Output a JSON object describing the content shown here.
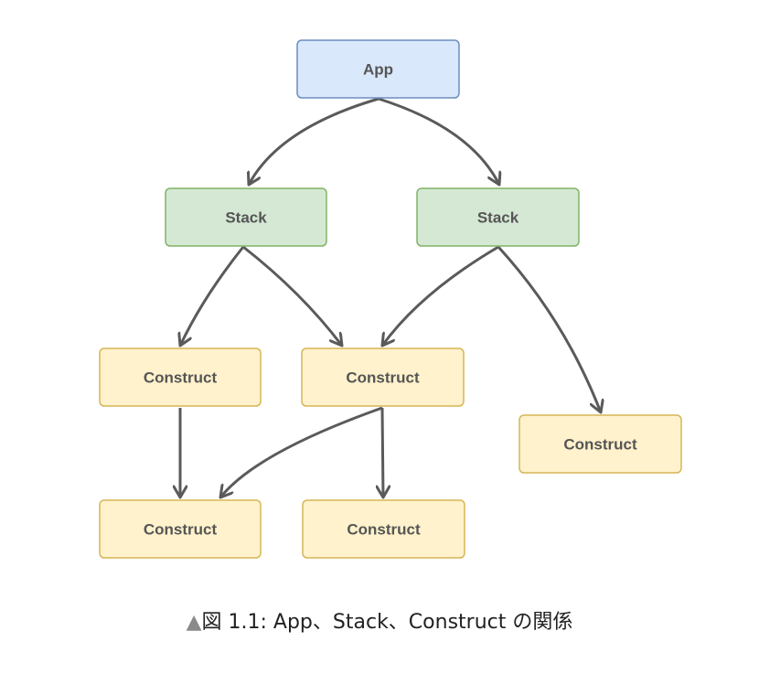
{
  "colors": {
    "app_fill": "#dae8fc",
    "app_stroke": "#6c8ebf",
    "stack_fill": "#d5e8d4",
    "stack_stroke": "#82b366",
    "construct_fill": "#fff2cc",
    "construct_stroke": "#d6b656",
    "edge": "#5a5a5a",
    "label": "#555555"
  },
  "nodes": {
    "app": {
      "label": "App",
      "kind": "app"
    },
    "stack_left": {
      "label": "Stack",
      "kind": "stack"
    },
    "stack_right": {
      "label": "Stack",
      "kind": "stack"
    },
    "construct_1": {
      "label": "Construct",
      "kind": "construct"
    },
    "construct_2": {
      "label": "Construct",
      "kind": "construct"
    },
    "construct_3": {
      "label": "Construct",
      "kind": "construct"
    },
    "construct_4": {
      "label": "Construct",
      "kind": "construct"
    },
    "construct_5": {
      "label": "Construct",
      "kind": "construct"
    }
  },
  "edges": [
    {
      "from": "app",
      "to": "stack_left"
    },
    {
      "from": "app",
      "to": "stack_right"
    },
    {
      "from": "stack_left",
      "to": "construct_1"
    },
    {
      "from": "stack_left",
      "to": "construct_2"
    },
    {
      "from": "stack_right",
      "to": "construct_2"
    },
    {
      "from": "stack_right",
      "to": "construct_3"
    },
    {
      "from": "construct_1",
      "to": "construct_4"
    },
    {
      "from": "construct_2",
      "to": "construct_4"
    },
    {
      "from": "construct_2",
      "to": "construct_5"
    }
  ],
  "caption": {
    "marker": "▲",
    "text": "図 1.1:  App、Stack、Construct の関係"
  }
}
